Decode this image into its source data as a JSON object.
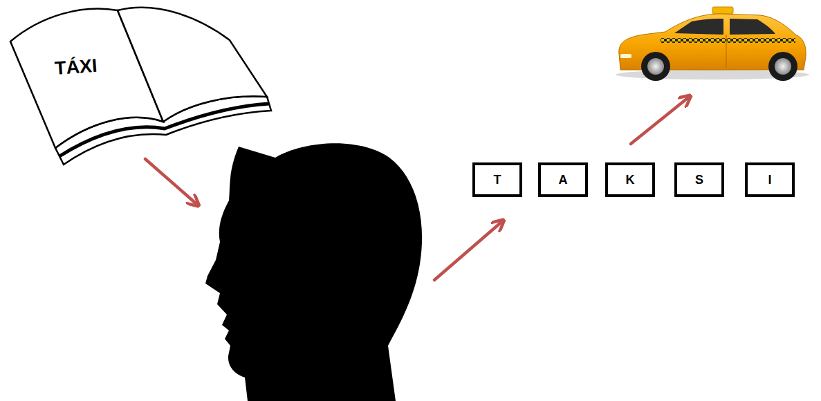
{
  "diagram": {
    "nodes": [
      {
        "text": [
          "TÁXI"
        ]
      },
      {
        "text": [
          "T"
        ]
      },
      {
        "text": [
          "A"
        ]
      },
      {
        "text": [
          "K"
        ]
      },
      {
        "text": [
          "S"
        ]
      },
      {
        "text": [
          "I"
        ]
      }
    ]
  }
}
